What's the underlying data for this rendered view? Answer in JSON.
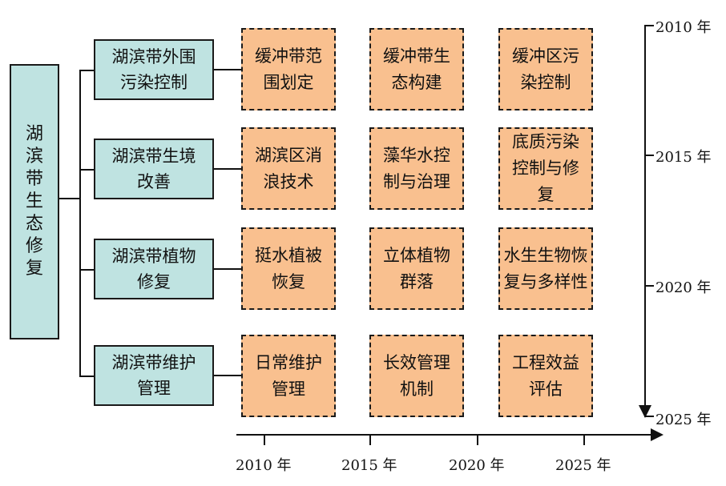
{
  "root": {
    "label": "湖滨带生态修复"
  },
  "categories": [
    {
      "label": "湖滨带外围污染控制"
    },
    {
      "label": "湖滨带生境改善"
    },
    {
      "label": "湖滨带植物修复"
    },
    {
      "label": "湖滨带维护管理"
    }
  ],
  "tasks": [
    [
      "缓冲带范围划定",
      "缓冲带生态构建",
      "缓冲区污染控制"
    ],
    [
      "湖滨区消浪技术",
      "藻华水控制与治理",
      "底质污染控制与修复"
    ],
    [
      "挺水植被恢复",
      "立体植物群落",
      "水生生物恢复与多样性"
    ],
    [
      "日常维护管理",
      "长效管理机制",
      "工程效益评估"
    ]
  ],
  "time_axis": {
    "horizontal_labels": [
      "2010 年",
      "2015 年",
      "2020 年",
      "2025 年"
    ],
    "vertical_labels": [
      "2010 年",
      "2015 年",
      "2020 年",
      "2025 年"
    ]
  }
}
